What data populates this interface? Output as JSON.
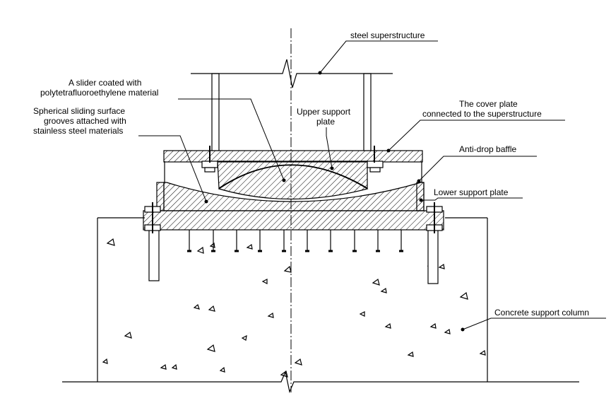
{
  "labels": {
    "steel_superstructure": "steel superstructure",
    "slider_line1": "A slider coated with",
    "slider_line2": "polytetrafluoroethylene material",
    "spherical_line1": "Spherical sliding surface",
    "spherical_line2": "grooves attached with",
    "spherical_line3": "stainless steel materials",
    "upper_plate_line1": "Upper support",
    "upper_plate_line2": "plate",
    "cover_plate_line1": "The cover plate",
    "cover_plate_line2": "connected to the superstructure",
    "anti_drop": "Anti-drop baffle",
    "lower_plate": "Lower support plate",
    "concrete_column": "Concrete support column"
  },
  "colors": {
    "line": "#000000",
    "hatch": "#000000",
    "background": "#ffffff"
  }
}
